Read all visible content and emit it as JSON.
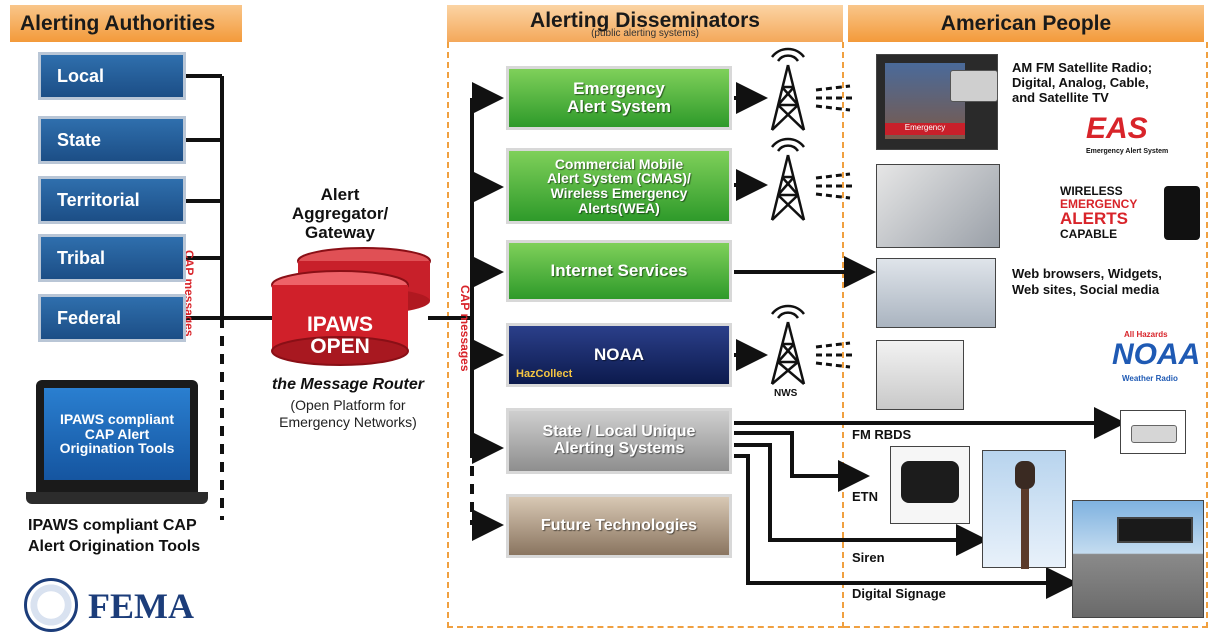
{
  "headers": {
    "authorities": "Alerting Authorities",
    "disseminators": "Alerting Disseminators",
    "disseminators_sub": "(public alerting systems)",
    "people": "American People"
  },
  "authorities": [
    "Local",
    "State",
    "Territorial",
    "Tribal",
    "Federal"
  ],
  "cap_messages": "CAP messages",
  "laptop": {
    "screen_text": "IPAWS compliant CAP Alert Origination Tools",
    "caption_line1": "IPAWS compliant CAP",
    "caption_line2": "Alert Origination Tools"
  },
  "fema": {
    "label": "FEMA"
  },
  "gateway": {
    "title_line1": "Alert",
    "title_line2": "Aggregator/",
    "title_line3": "Gateway",
    "drum_line1": "IPAWS",
    "drum_line2": "OPEN",
    "router": "the Message Router",
    "desc_line1": "(Open Platform for",
    "desc_line2": "Emergency Networks)"
  },
  "disseminators": {
    "eas": [
      "Emergency",
      "Alert System"
    ],
    "cmas": [
      "Commercial Mobile",
      "Alert System (CMAS)/",
      "Wireless Emergency",
      "Alerts(WEA)"
    ],
    "internet": "Internet Services",
    "noaa": "NOAA",
    "hazcollect": "HazCollect",
    "state_local": [
      "State / Local Unique",
      "Alerting Systems"
    ],
    "future": "Future Technologies"
  },
  "people": {
    "radio_tv": [
      "AM FM Satellite Radio;",
      "Digital, Analog, Cable,",
      "and Satellite TV"
    ],
    "eas_logo": "EAS",
    "eas_logo_sub": "Emergency Alert System",
    "wea_logo": [
      "WIRELESS",
      "EMERGENCY",
      "ALERTS",
      "CAPABLE"
    ],
    "web": [
      "Web browsers, Widgets,",
      "Web sites, Social media"
    ],
    "noaa_logo": "NOAA",
    "noaa_logo_top": "All Hazards",
    "noaa_logo_sub": "Weather Radio",
    "nws": "NWS",
    "tv_emergency": "Emergency",
    "fm_rbds": "FM RBDS",
    "etn": "ETN",
    "siren": "Siren",
    "digital_signage": "Digital Signage"
  },
  "colors": {
    "header_orange": "#f39a3a",
    "authority_blue": "#1c4e86",
    "drum_red": "#d0202a",
    "cap_red": "#d8242a",
    "eas_green": "#2e9a2a",
    "noaa_navy": "#0c1a4d",
    "dashed_orange": "#f0a040"
  }
}
